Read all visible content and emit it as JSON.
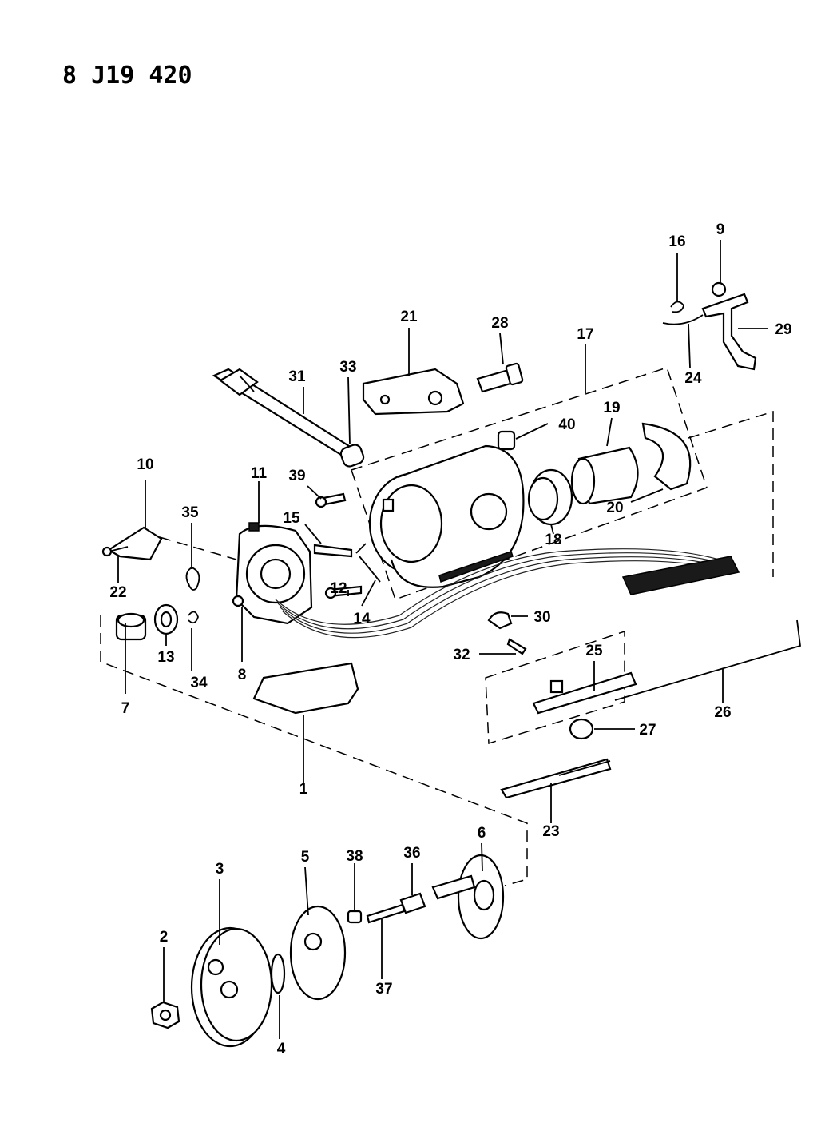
{
  "reference_code": "8 J19 420",
  "callouts": {
    "c1": "1",
    "c2": "2",
    "c3": "3",
    "c4": "4",
    "c5": "5",
    "c6": "6",
    "c7": "7",
    "c8": "8",
    "c9": "9",
    "c10": "10",
    "c11": "11",
    "c12": "12",
    "c13": "13",
    "c14": "14",
    "c15": "15",
    "c16": "16",
    "c17": "17",
    "c18": "18",
    "c19": "19",
    "c20": "20",
    "c21": "21",
    "c22": "22",
    "c23": "23",
    "c24": "24",
    "c25": "25",
    "c26": "26",
    "c27": "27",
    "c28": "28",
    "c29": "29",
    "c30": "30",
    "c31": "31",
    "c32": "32",
    "c33": "33",
    "c34": "34",
    "c35": "35",
    "c36": "36",
    "c37": "37",
    "c38": "38",
    "c39": "39",
    "c40": "40"
  }
}
